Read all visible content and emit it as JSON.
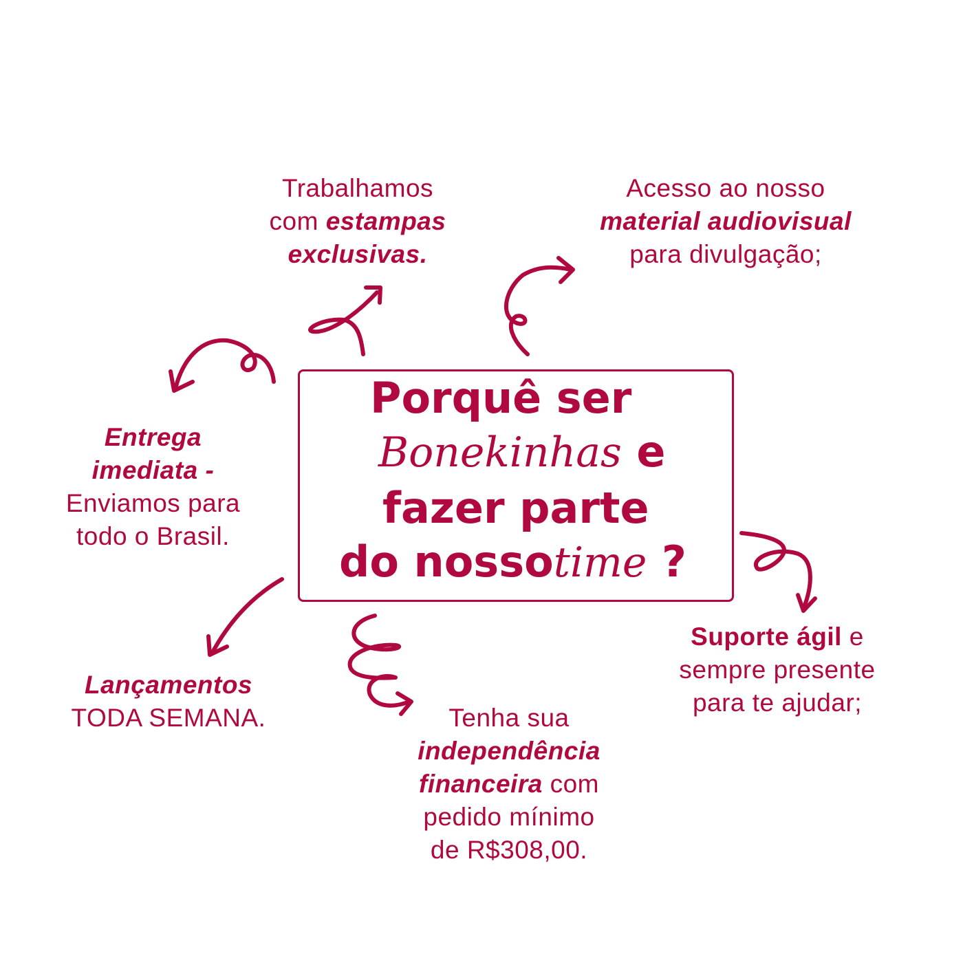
{
  "colors": {
    "accent": "#b0093f",
    "background": "#ffffff"
  },
  "headline": {
    "line1": "Porquê ser",
    "brand": "Bonekinhas",
    "line2_end": "e",
    "line3": "fazer parte",
    "line4_start": "do nosso",
    "team": "time",
    "question": "?"
  },
  "features": {
    "estampas": {
      "t1": "Trabalhamos",
      "t2": "com ",
      "t3": "estampas",
      "t4": "exclusivas."
    },
    "material": {
      "t1": "Acesso ao nosso",
      "t2": "material audiovisual",
      "t3": "para divulgação;"
    },
    "entrega": {
      "t1": "Entrega",
      "t2": "imediata -",
      "t3": "Enviamos para",
      "t4": "todo o Brasil."
    },
    "lancamentos": {
      "t1": "Lançamentos",
      "t2": "TODA SEMANA."
    },
    "independencia": {
      "t1": "Tenha sua",
      "t2": "independência",
      "t3": "financeira",
      "t4": " com",
      "t5": "pedido mínimo",
      "t6": "de R$308,00."
    },
    "suporte": {
      "t1": "Suporte ágil",
      "t2": " e",
      "t3": "sempre presente",
      "t4": "para te ajudar;"
    }
  },
  "icons": [
    "curly-arrow-icon"
  ]
}
